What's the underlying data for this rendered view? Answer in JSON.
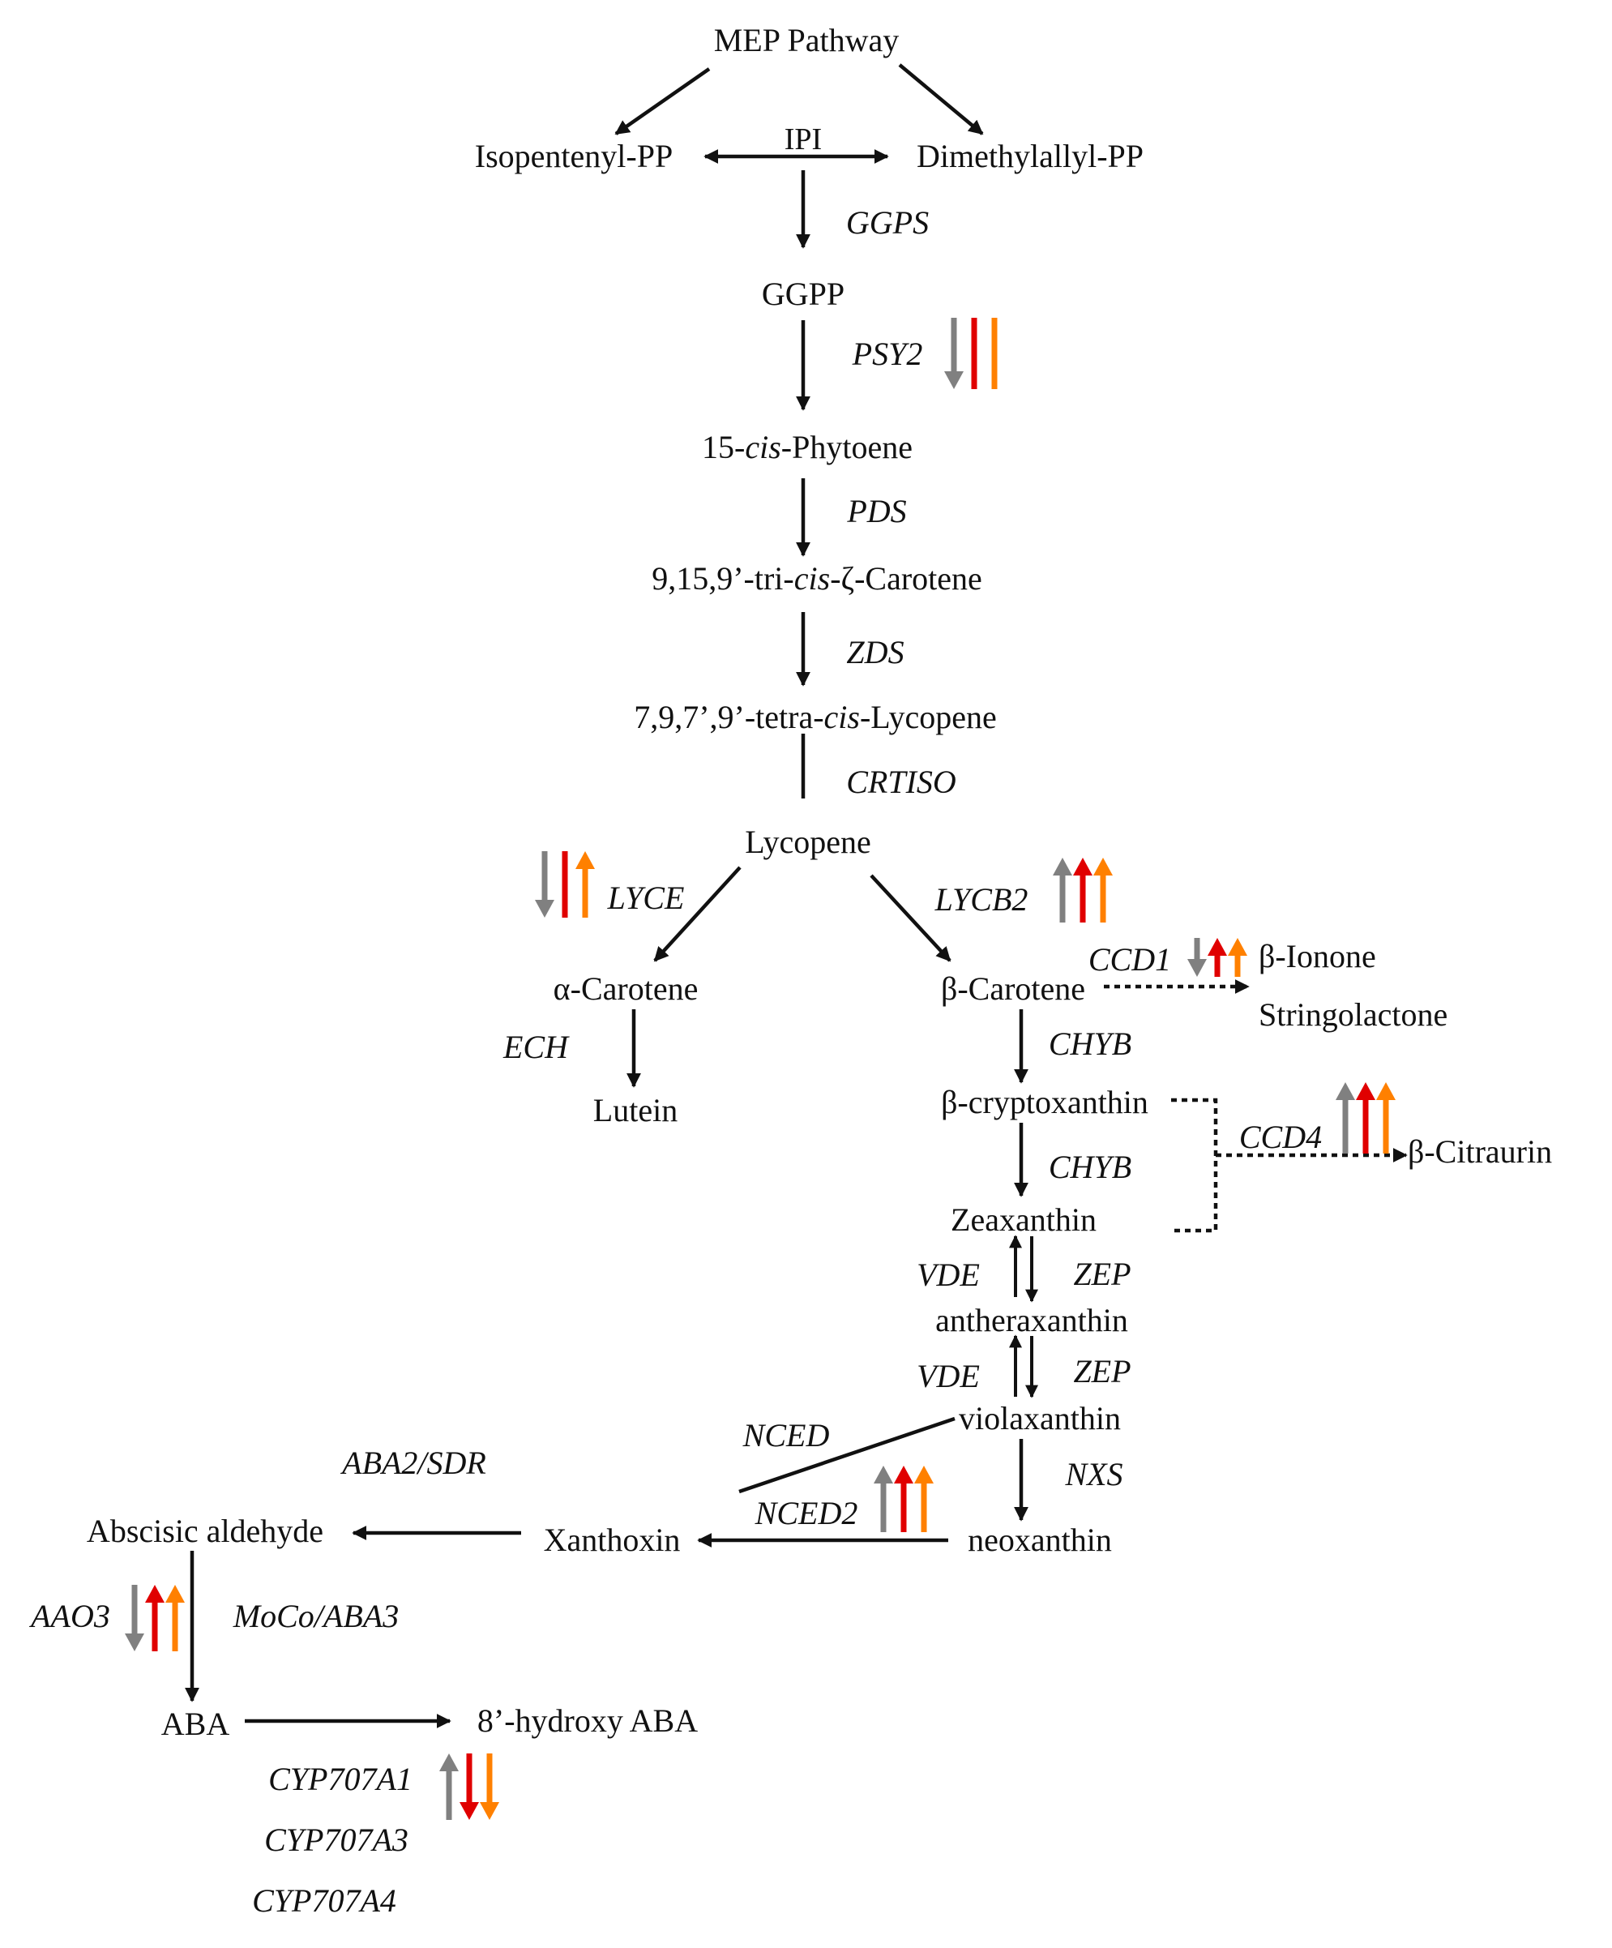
{
  "colors": {
    "line": "#111111",
    "gray": "#808080",
    "red": "#e00000",
    "orange": "#ff8000"
  },
  "legend_note": "",
  "metabolites": {
    "mep_pathway": "MEP Pathway",
    "isopentenyl_pp": "Isopentenyl-PP",
    "dimethylallyl_pp": "Dimethylallyl-PP",
    "ggpp": "GGPP",
    "phytoene": {
      "pre": "15-",
      "cis": "cis",
      "post": "-Phytoene"
    },
    "zeta_carotene": {
      "pre": "9,15,9’-tri-",
      "cis": "cis",
      "post": "-ζ-Carotene"
    },
    "tetra_cis_lycopene": {
      "pre": "7,9,7’,9’-tetra-",
      "cis": "cis",
      "post": "-Lycopene"
    },
    "lycopene": "Lycopene",
    "alpha_carotene": "α-Carotene",
    "lutein": "Lutein",
    "beta_carotene": "β-Carotene",
    "beta_ionone": "β-Ionone",
    "stringolactone": "Stringolactone",
    "beta_cryptoxanthin": "β-cryptoxanthin",
    "beta_citraurin": "β-Citraurin",
    "zeaxanthin": "Zeaxanthin",
    "antheraxanthin": "antheraxanthin",
    "violaxanthin": "violaxanthin",
    "neoxanthin": "neoxanthin",
    "xanthoxin": "Xanthoxin",
    "abscisic_aldehyde": "Abscisic aldehyde",
    "aba": "ABA",
    "hydroxy_aba": "8’-hydroxy ABA"
  },
  "enzymes": {
    "ipi": "IPI",
    "ggps": "GGPS",
    "psy2": "PSY2",
    "pds": "PDS",
    "zds": "ZDS",
    "crtiso": "CRTISO",
    "lyce": "LYCE",
    "lycb2": "LYCB2",
    "ech": "ECH",
    "ccd1": "CCD1",
    "chyb_1": "CHYB",
    "chyb_2": "CHYB",
    "ccd4": "CCD4",
    "vde_1": "VDE",
    "zep_1": "ZEP",
    "vde_2": "VDE",
    "zep_2": "ZEP",
    "nced": "NCED",
    "nxs": "NXS",
    "nced2": "NCED2",
    "aba2_sdr": "ABA2/SDR",
    "aao3": "AAO3",
    "moco_aba3": "MoCo/ABA3",
    "cyp707a1": "CYP707A1",
    "cyp707a3": "CYP707A3",
    "cyp707a4": "CYP707A4"
  },
  "expression": {
    "psy2": [
      "down",
      "flat",
      "flat"
    ],
    "lyce": [
      "down",
      "flat",
      "up"
    ],
    "lycb2": [
      "up",
      "up",
      "up"
    ],
    "ccd1": [
      "down",
      "up",
      "up"
    ],
    "ccd4": [
      "up",
      "up",
      "up"
    ],
    "nced2": [
      "up",
      "up",
      "up"
    ],
    "aao3": [
      "down",
      "up",
      "up"
    ],
    "cyp707a1": [
      "up",
      "down",
      "down"
    ]
  }
}
